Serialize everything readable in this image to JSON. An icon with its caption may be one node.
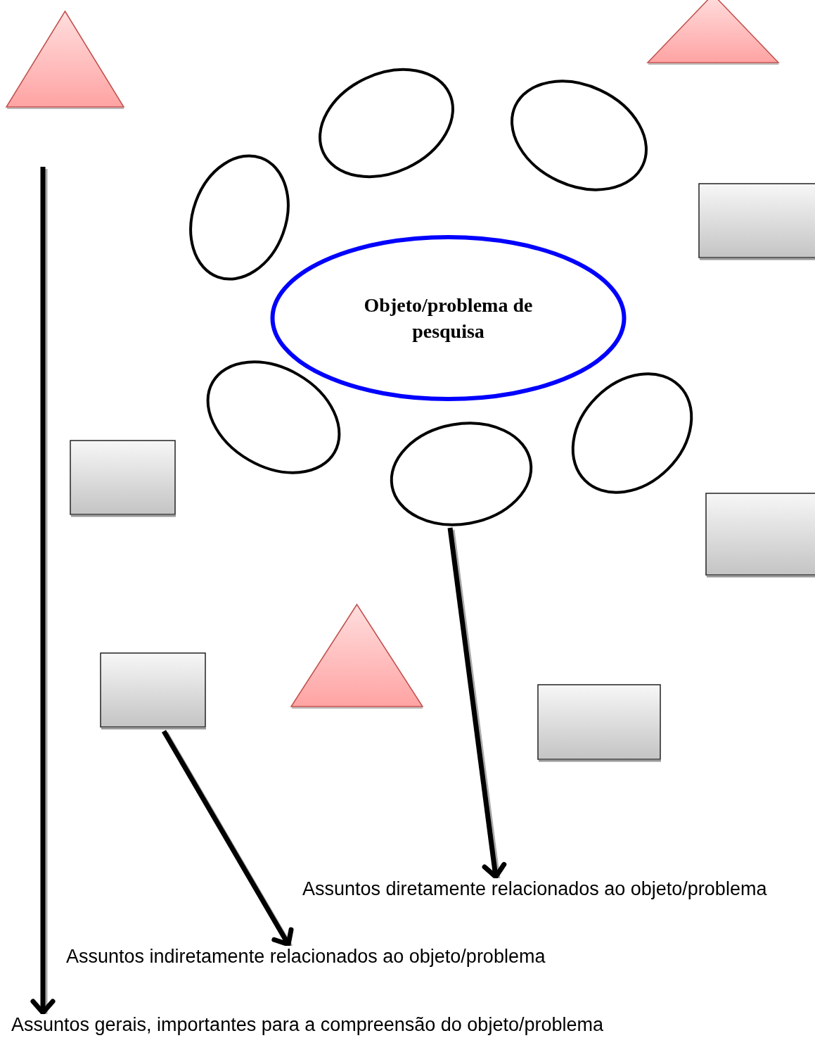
{
  "diagram": {
    "nodes": [
      {
        "text": [],
        "shape": "triangle"
      },
      {
        "text": [],
        "shape": "triangle"
      },
      {
        "text": [],
        "shape": "ellipse"
      },
      {
        "text": [],
        "shape": "ellipse"
      },
      {
        "text": [],
        "shape": "box"
      },
      {
        "text": [],
        "shape": "ellipse"
      },
      {
        "text": [
          "Objeto/problema de pesquisa"
        ]
      },
      {
        "text": [],
        "shape": "ellipse"
      },
      {
        "text": [],
        "shape": "ellipse"
      },
      {
        "text": [],
        "shape": "box"
      },
      {
        "text": [],
        "shape": "ellipse"
      },
      {
        "text": [],
        "shape": "box"
      },
      {
        "text": [],
        "shape": "triangle"
      },
      {
        "text": [],
        "shape": "box"
      },
      {
        "text": [],
        "shape": "box"
      },
      {
        "text": [
          "Assuntos diretamente relacionados ao objeto/problema"
        ]
      },
      {
        "text": [
          "Assuntos indiretamente relacionados ao objeto/problema"
        ]
      },
      {
        "text": [
          "Assuntos gerais, importantes para a compreensão do objeto/problema"
        ]
      }
    ],
    "edges": [
      {
        "from": null,
        "to": 17,
        "arrow": "to"
      },
      {
        "from": 10,
        "to": 15,
        "arrow": "to"
      },
      {
        "from": 13,
        "to": 16,
        "arrow": "to"
      }
    ]
  }
}
